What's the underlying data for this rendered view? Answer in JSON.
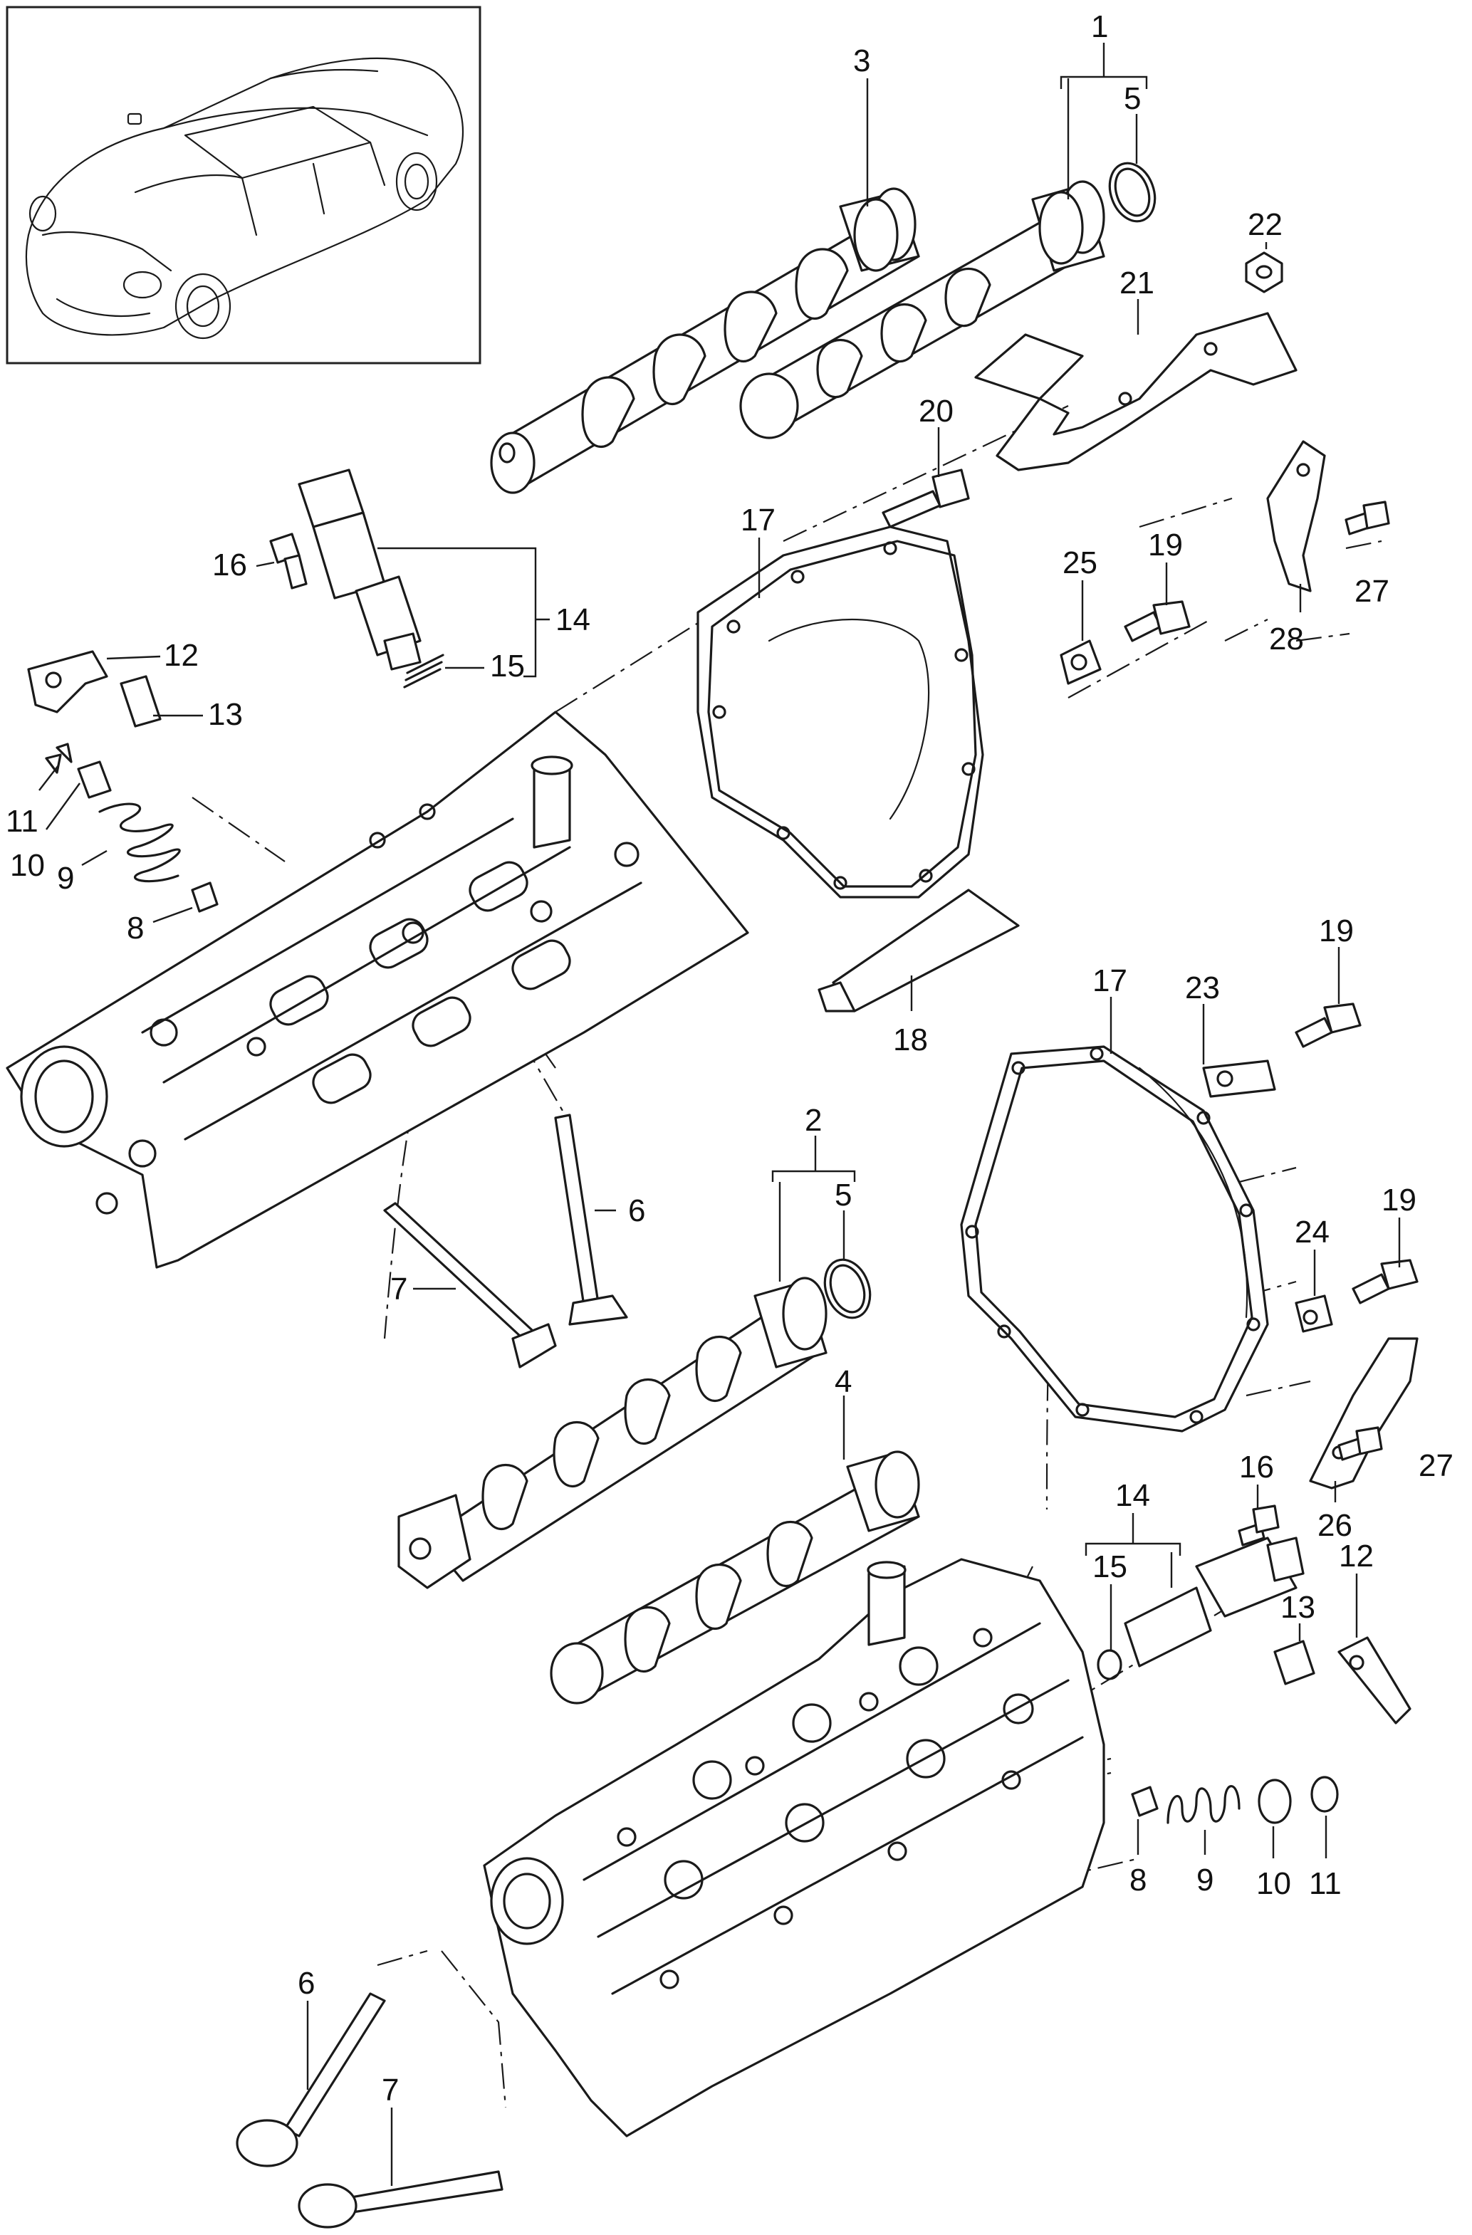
{
  "diagram": {
    "callouts": {
      "c1": "1",
      "c2": "2",
      "c3": "3",
      "c4": "4",
      "c5a": "5",
      "c5b": "5",
      "c6a": "6",
      "c6b": "6",
      "c7a": "7",
      "c7b": "7",
      "c8a": "8",
      "c8b": "8",
      "c9a": "9",
      "c9b": "9",
      "c10a": "10",
      "c10b": "10",
      "c11a": "11",
      "c11b": "11",
      "c12a": "12",
      "c12b": "12",
      "c13a": "13",
      "c13b": "13",
      "c14a": "14",
      "c14b": "14",
      "c15a": "15",
      "c15b": "15",
      "c16a": "16",
      "c16b": "16",
      "c17a": "17",
      "c17b": "17",
      "c18": "18",
      "c19a": "19",
      "c19b": "19",
      "c19c": "19",
      "c20": "20",
      "c21": "21",
      "c22": "22",
      "c23": "23",
      "c24": "24",
      "c25": "25",
      "c26": "26",
      "c27a": "27",
      "c27b": "27",
      "c28": "28"
    }
  }
}
